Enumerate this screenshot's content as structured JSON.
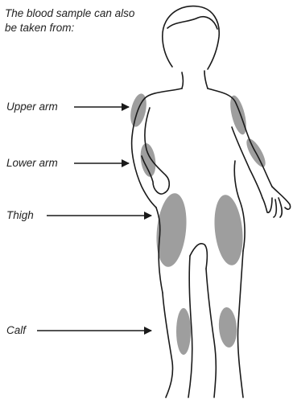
{
  "caption": "The blood sample can also be taken from:",
  "sites": [
    {
      "id": "upper-arm",
      "label": "Upper arm"
    },
    {
      "id": "lower-arm",
      "label": "Lower arm"
    },
    {
      "id": "thigh",
      "label": "Thigh"
    },
    {
      "id": "calf",
      "label": "Calf"
    }
  ],
  "colors": {
    "outline": "#1a1a1a",
    "site_fill": "#9e9e9e",
    "text": "#222222"
  }
}
